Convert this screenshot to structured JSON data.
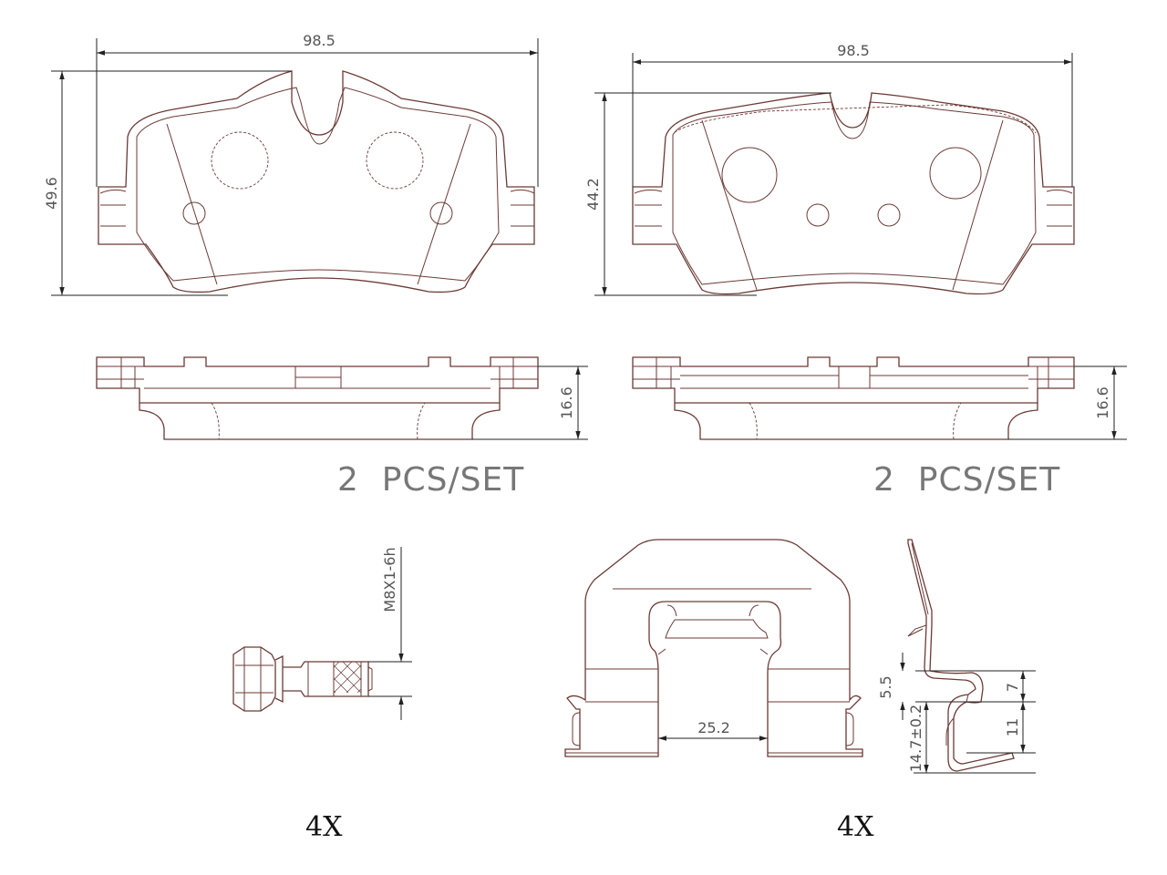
{
  "colors": {
    "part_stroke": "#6b3a35",
    "dimension_stroke": "#222222",
    "label_text": "#555555"
  },
  "left_pad": {
    "width_label": "98.5",
    "height_label": "49.6",
    "thickness_label": "16.6",
    "set_label": "2  PCS/SET"
  },
  "right_pad": {
    "width_label": "98.5",
    "height_label": "44.2",
    "thickness_label": "16.6",
    "set_label": "2  PCS/SET"
  },
  "bolt": {
    "thread_label": "M8X1-6h",
    "quantity_label": "4X"
  },
  "clip": {
    "width_label": "25.2",
    "dim_a": "5.5",
    "dim_b": "7",
    "dim_c": "14.7±0.2",
    "dim_d": "11",
    "quantity_label": "4X"
  }
}
